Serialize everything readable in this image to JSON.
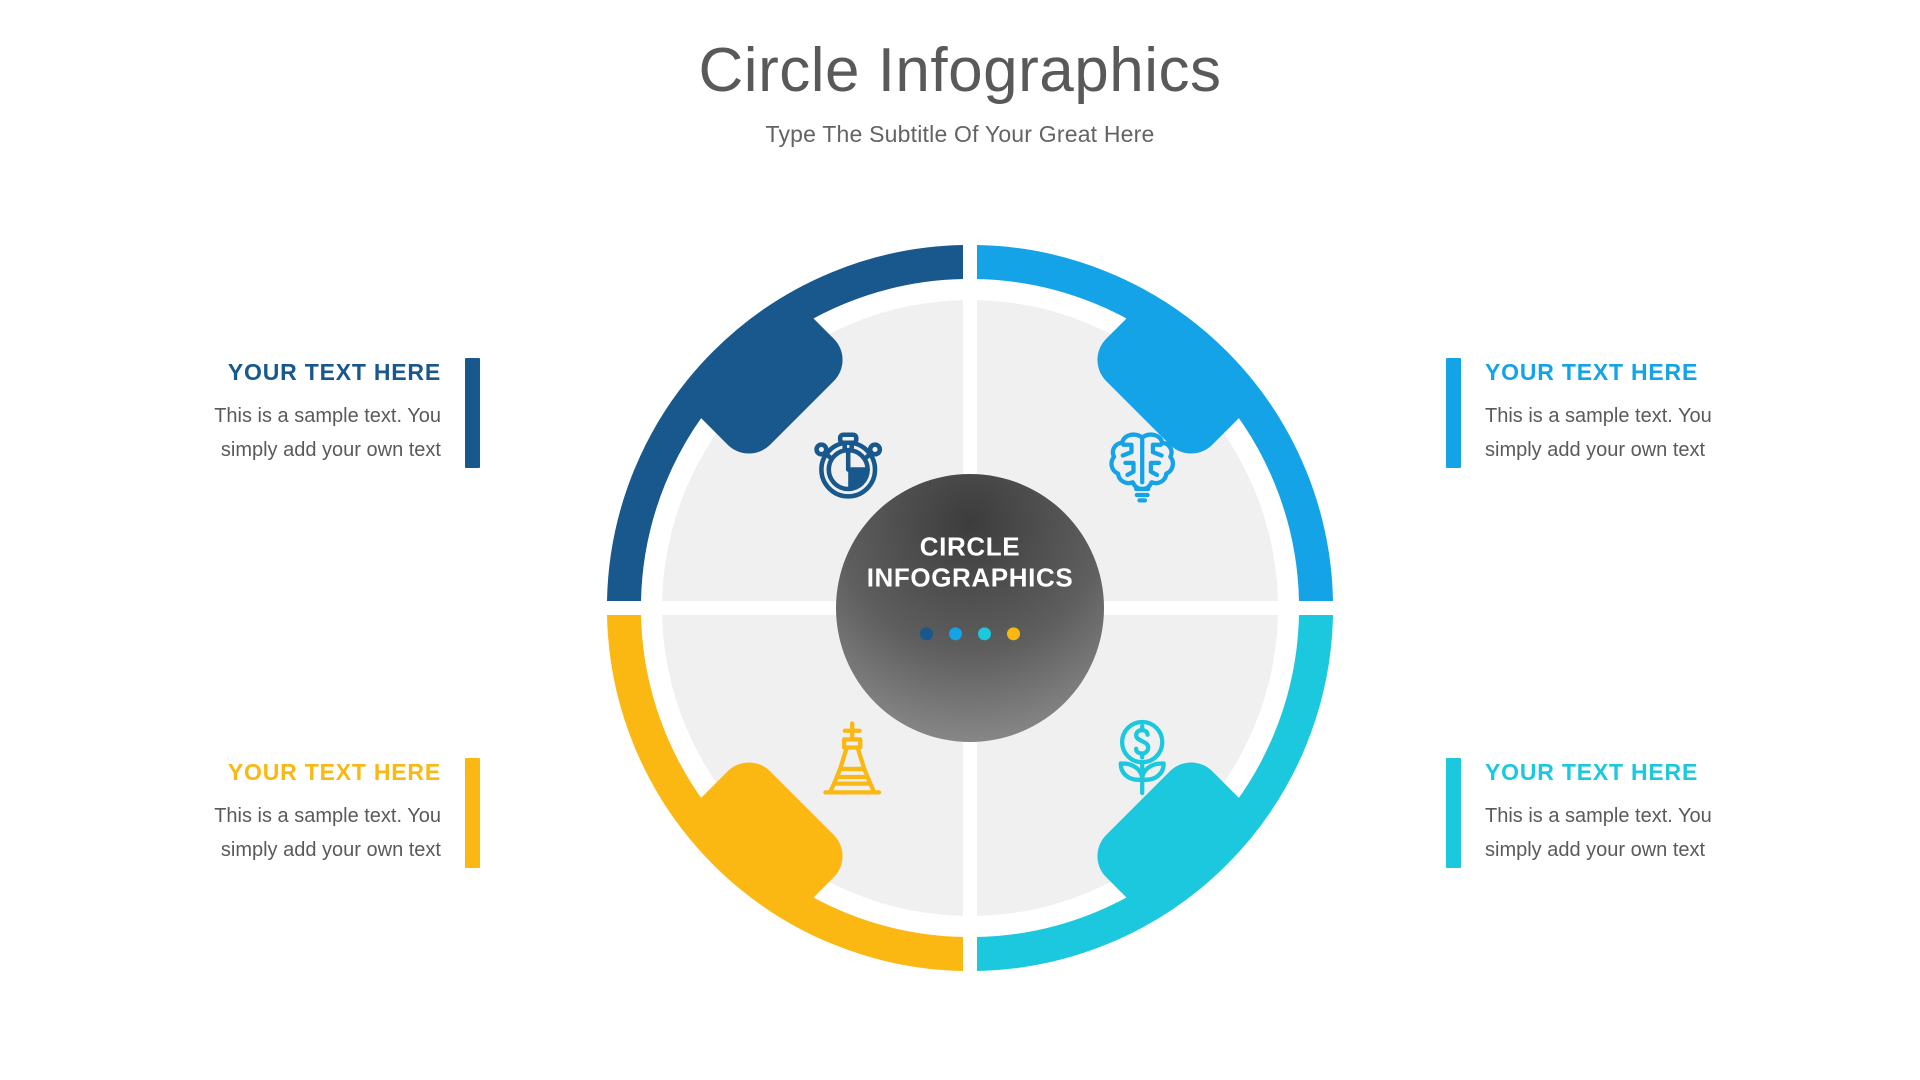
{
  "header": {
    "title": "Circle Infographics",
    "subtitle": "Type The Subtitle Of Your Great Here"
  },
  "center": {
    "line1": "CIRCLE",
    "line2": "INFOGRAPHICS",
    "dot_colors": [
      "#18588C",
      "#15A3E8",
      "#1CC8DE",
      "#FBB813"
    ],
    "gradient_from": "#3C3C3C",
    "gradient_to": "#8A8A8A"
  },
  "diagram": {
    "inner_disc_color": "#F0F0F0",
    "gap_color": "#FFFFFF",
    "segments": [
      {
        "id": "top-left",
        "color": "#18588C",
        "icon": "stopwatch-icon",
        "heading": "YOUR TEXT HERE",
        "body_line1": "This is a sample text. You",
        "body_line2": "simply add your own text"
      },
      {
        "id": "top-right",
        "color": "#15A3E8",
        "icon": "brain-idea-icon",
        "heading": "YOUR TEXT HERE",
        "body_line1": "This is a sample text. You",
        "body_line2": "simply add your own text"
      },
      {
        "id": "bottom-left",
        "color": "#FBB813",
        "icon": "chess-king-icon",
        "heading": "YOUR TEXT HERE",
        "body_line1": "This is a sample text. You",
        "body_line2": "simply add your own text"
      },
      {
        "id": "bottom-right",
        "color": "#1CC8DE",
        "icon": "money-growth-icon",
        "heading": "YOUR TEXT HERE",
        "body_line1": "This is a sample text. You",
        "body_line2": "simply add your own text"
      }
    ]
  }
}
